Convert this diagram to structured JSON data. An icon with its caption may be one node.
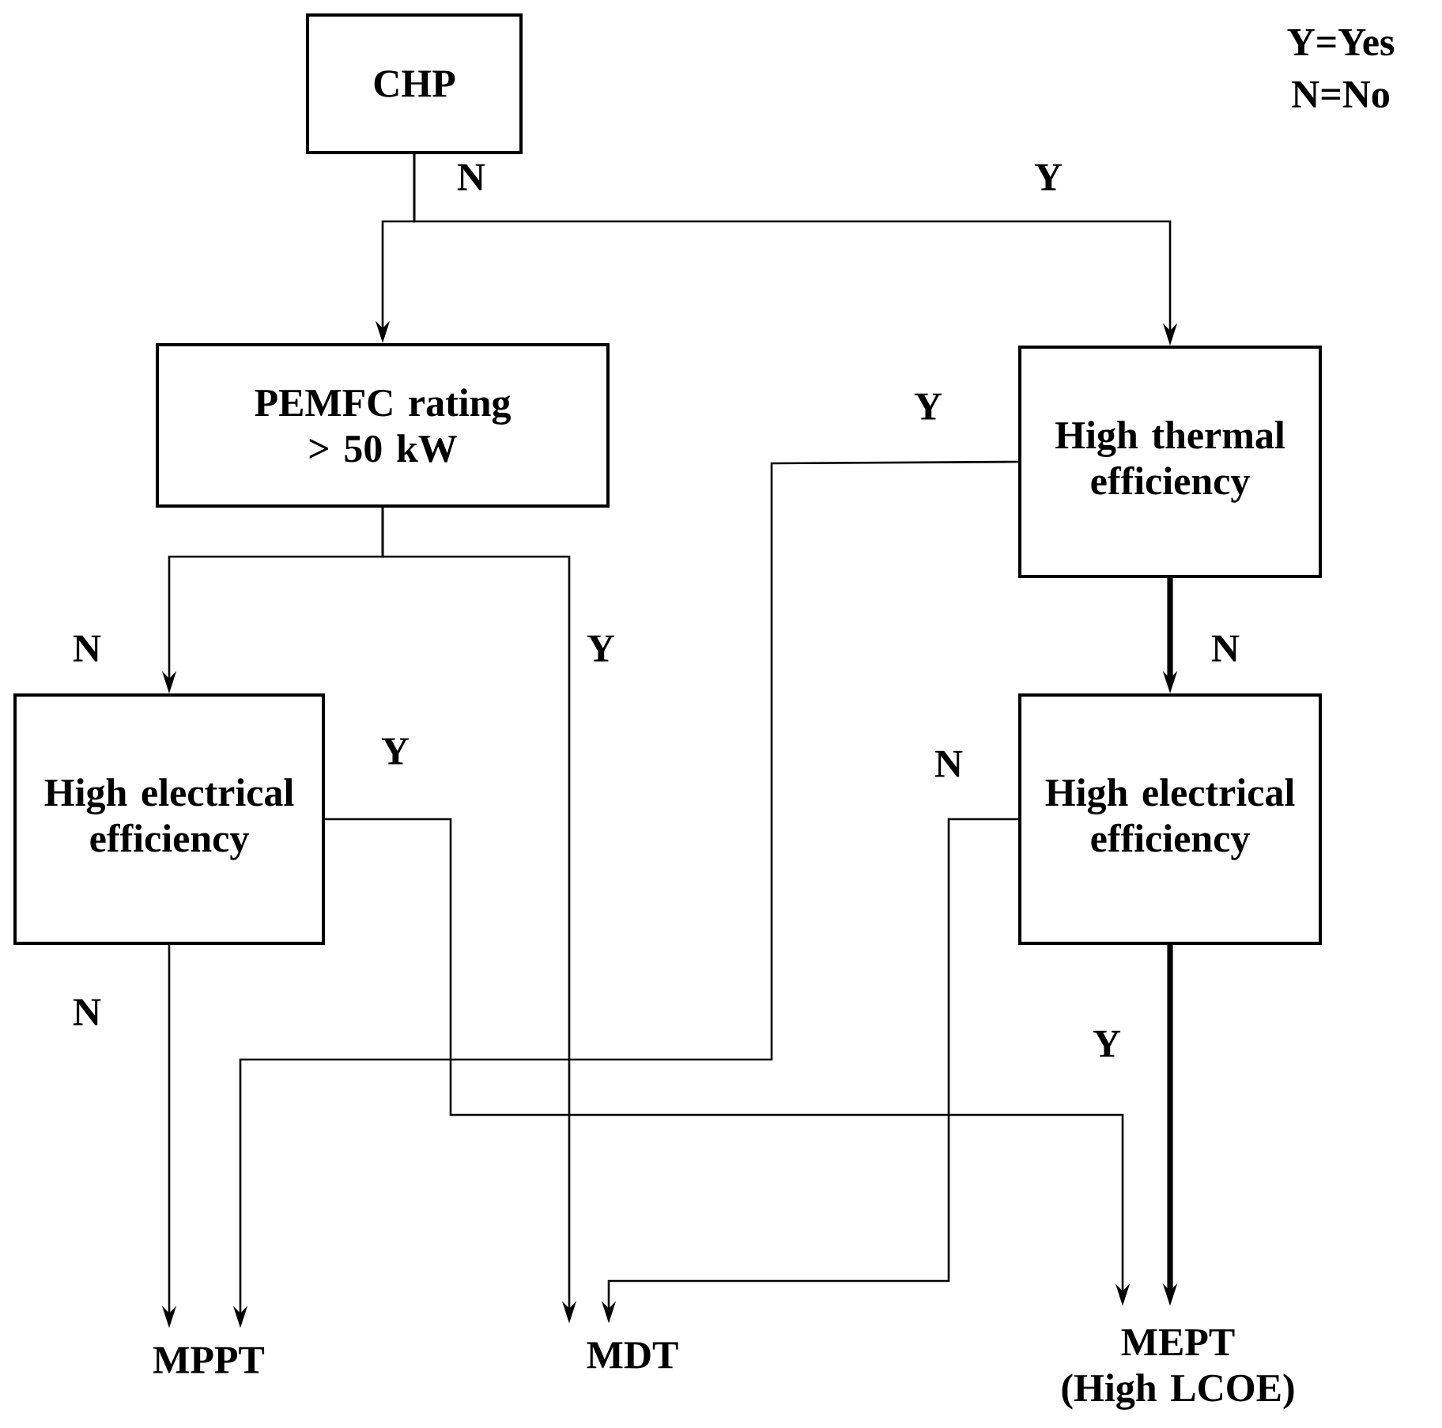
{
  "diagram": {
    "nodes": [
      {
        "text": [
          "CHP"
        ]
      },
      {
        "text": [
          "PEMFC rating > 50 kW"
        ]
      },
      {
        "text": [
          "High thermal efficiency"
        ]
      },
      {
        "text": [
          "High electrical efficiency"
        ]
      },
      {
        "text": [
          "High electrical efficiency"
        ]
      },
      {
        "text": [
          "MPPT"
        ]
      },
      {
        "text": [
          "MDT"
        ]
      },
      {
        "text": [
          "MEPT",
          "(High LCOE)"
        ]
      }
    ],
    "edges": [
      {
        "from": 0,
        "to": 1,
        "arrow": "to",
        "label": "N"
      },
      {
        "from": 0,
        "to": 2,
        "arrow": "to",
        "label": "Y"
      },
      {
        "from": 2,
        "to": 5,
        "arrow": "to",
        "label": "Y"
      },
      {
        "from": 1,
        "to": 3,
        "arrow": "to",
        "label": "N"
      },
      {
        "from": 1,
        "to": 6,
        "arrow": "to",
        "label": "Y"
      },
      {
        "from": 2,
        "to": 4,
        "arrow": "to",
        "label": "N",
        "style": "thick"
      },
      {
        "from": 3,
        "to": 7,
        "arrow": "to",
        "label": "Y"
      },
      {
        "from": 3,
        "to": 5,
        "arrow": "to",
        "label": "N"
      },
      {
        "from": 4,
        "to": 6,
        "arrow": "to",
        "label": "N"
      },
      {
        "from": 4,
        "to": 7,
        "arrow": "to",
        "label": "Y",
        "style": "thick"
      }
    ],
    "labels": [
      "Y=Yes",
      "N=No"
    ]
  }
}
